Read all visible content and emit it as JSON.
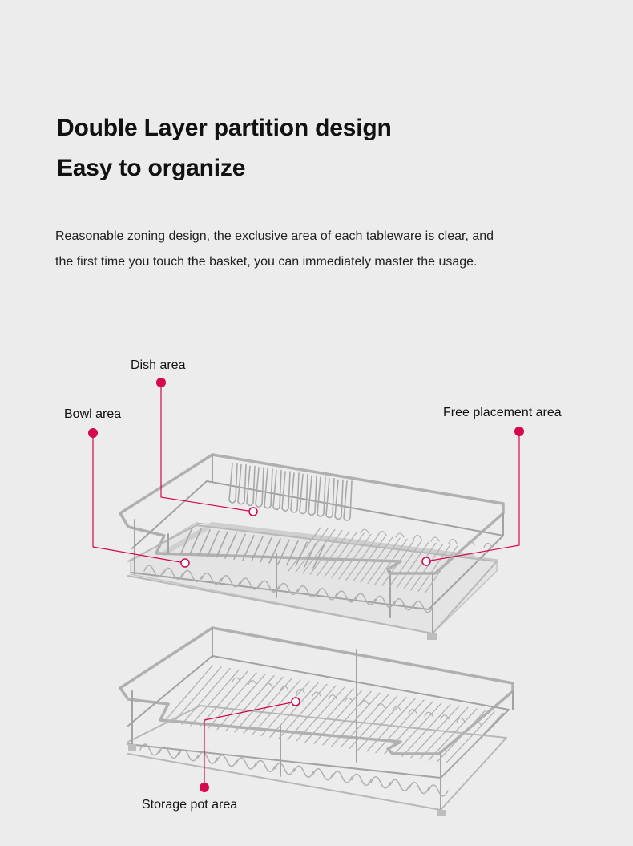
{
  "heading": {
    "line1": "Double Layer partition design",
    "line2": "Easy to organize"
  },
  "description": {
    "line1": "Reasonable zoning design, the exclusive area of each tableware is clear, and",
    "line2": "the first time you touch the basket, you can immediately master the usage."
  },
  "callouts": {
    "dish": "Dish area",
    "bowl": "Bowl area",
    "free": "Free placement area",
    "pot": "Storage pot area"
  },
  "colors": {
    "background": "#ececec",
    "accent": "#d6064f",
    "wire": "#9a9a9a"
  }
}
